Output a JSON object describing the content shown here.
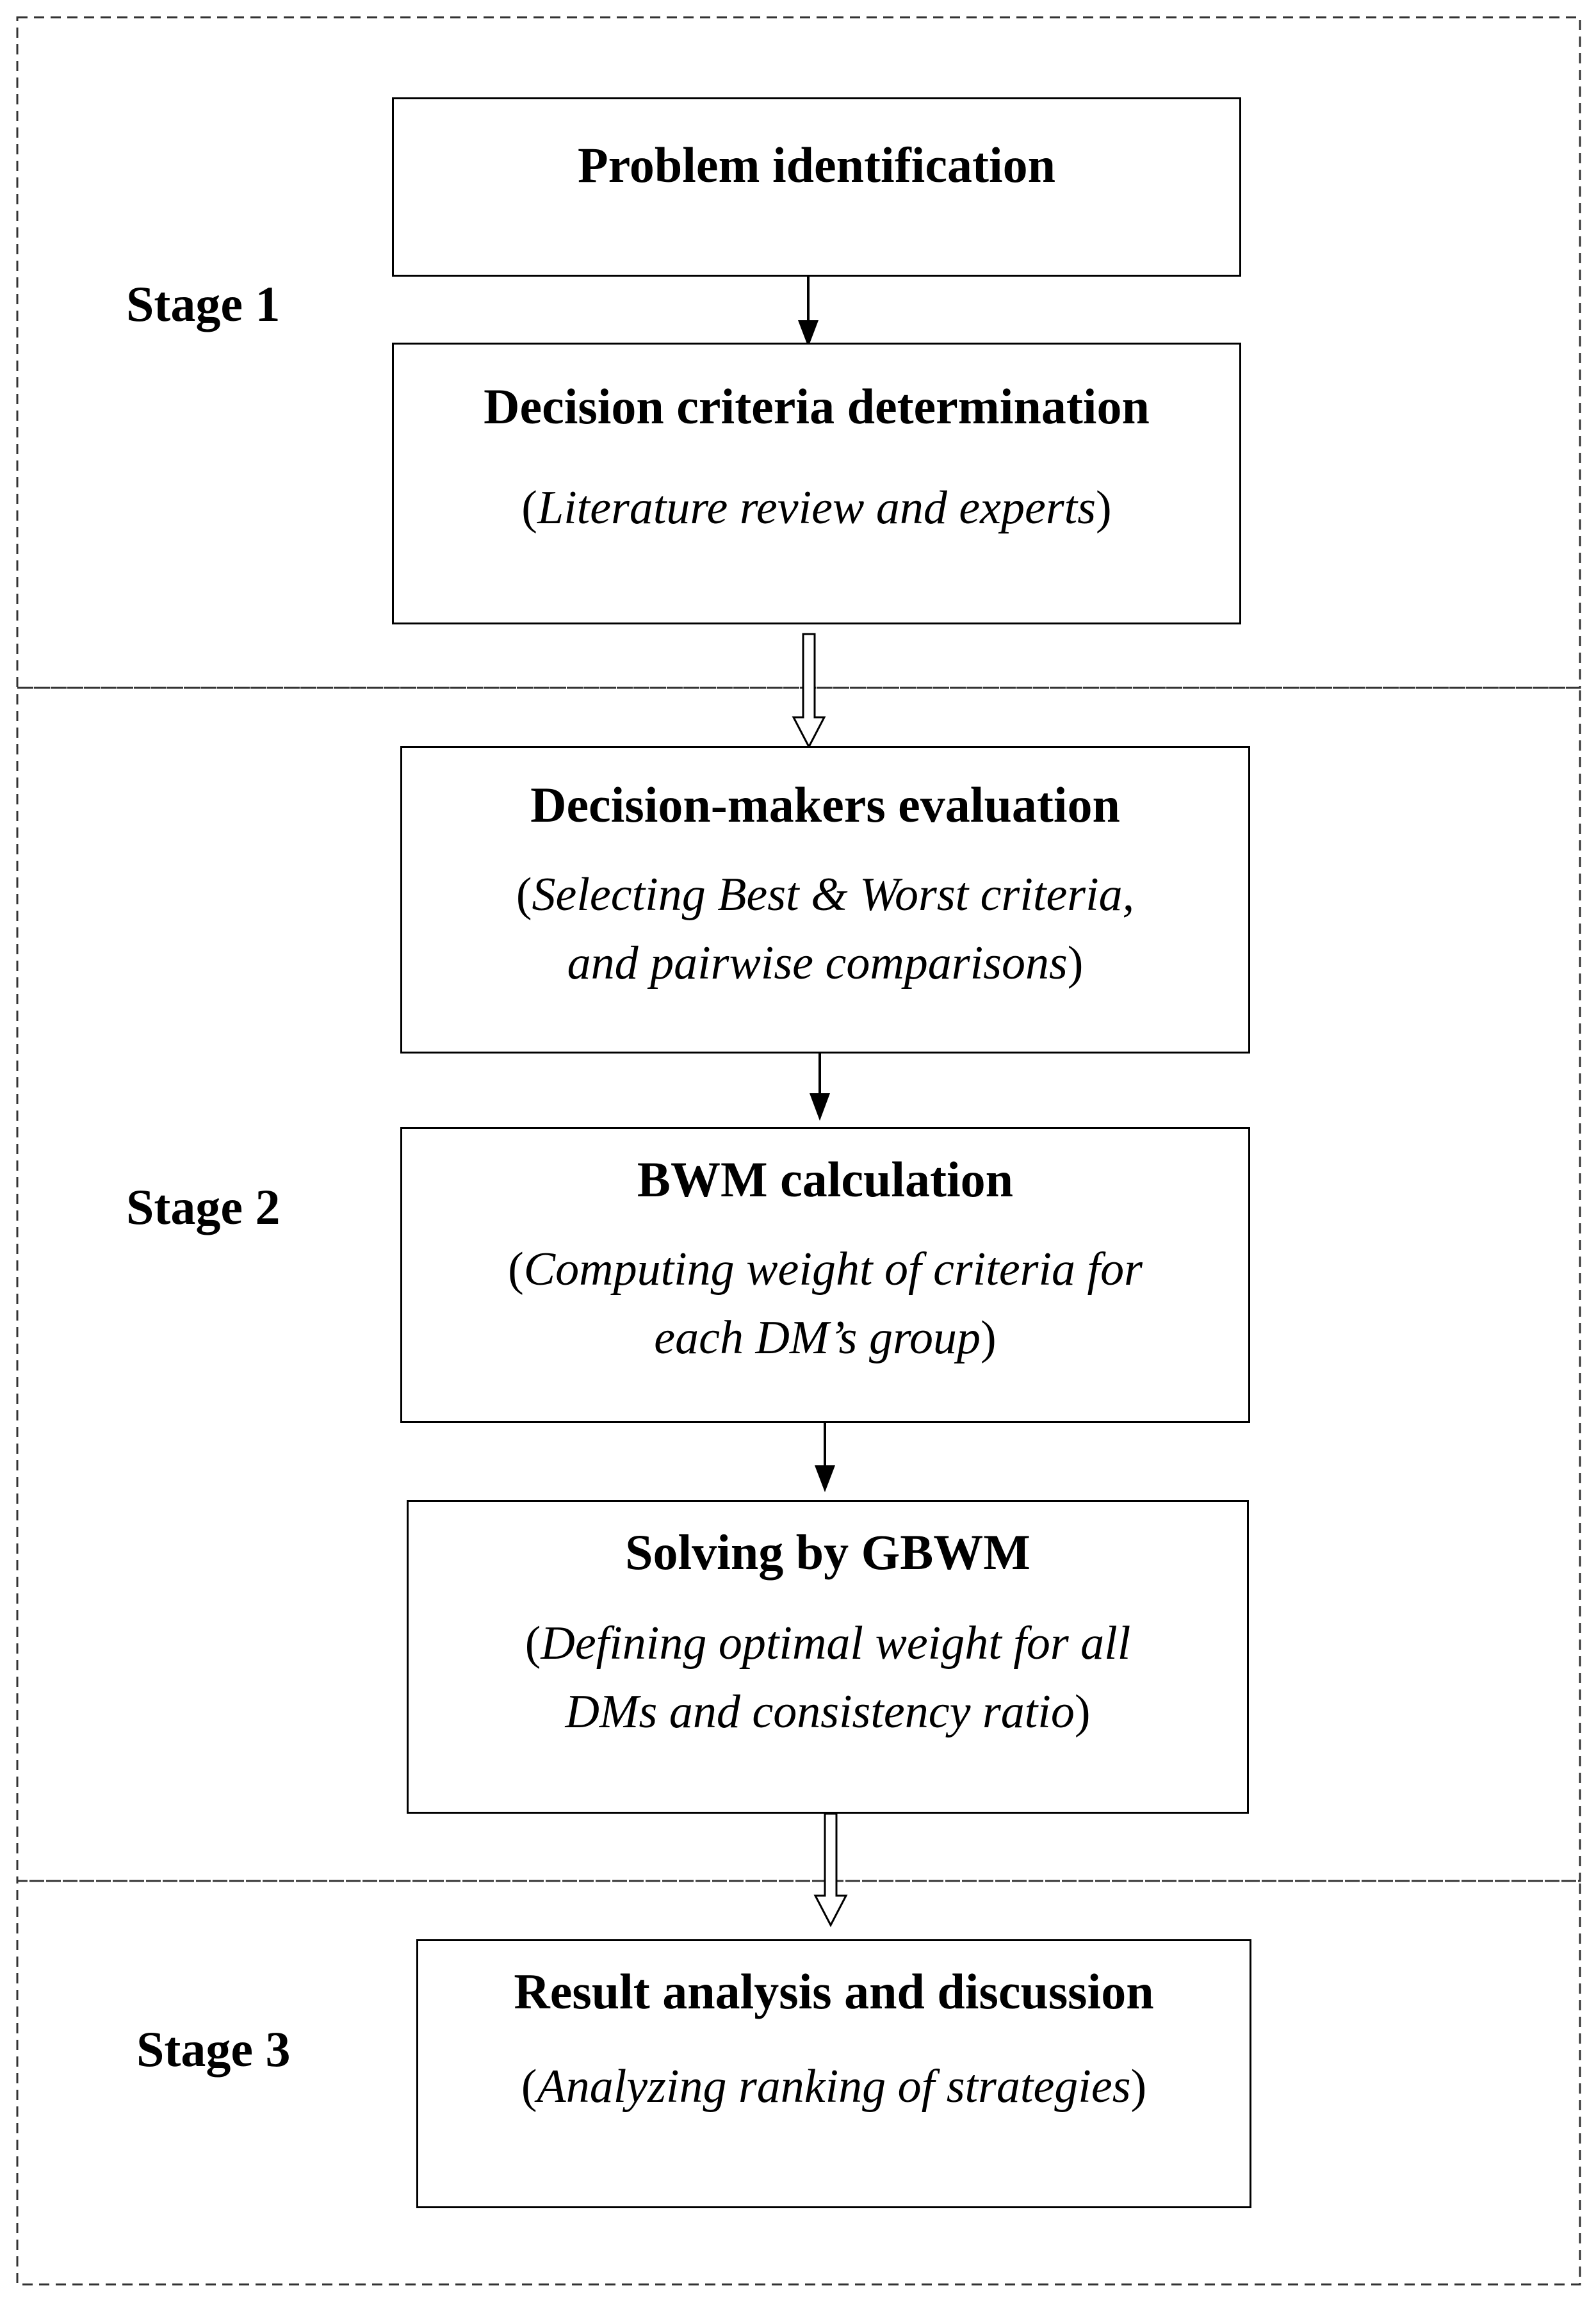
{
  "stages": [
    {
      "label": "Stage 1"
    },
    {
      "label": "Stage 2"
    },
    {
      "label": "Stage 3"
    }
  ],
  "boxes": [
    {
      "title": "Problem identification"
    },
    {
      "title": "Decision criteria determination",
      "sub_open": "(",
      "sub_line1": "Literature review and experts",
      "sub_line2": "",
      "sub_close": ")"
    },
    {
      "title": "Decision-makers evaluation",
      "sub_open": "(",
      "sub_line1": "Selecting Best & Worst criteria,",
      "sub_line2": "and pairwise comparisons",
      "sub_close": ")"
    },
    {
      "title": "BWM calculation",
      "sub_open": "(",
      "sub_line1": "Computing weight of criteria for",
      "sub_line2": "each DM’s group",
      "sub_close": ")"
    },
    {
      "title": "Solving by GBWM",
      "sub_open": "(",
      "sub_line1": "Defining optimal weight for all",
      "sub_line2": "DMs and consistency ratio",
      "sub_close": ")"
    },
    {
      "title": "Result analysis and discussion",
      "sub_open": "(",
      "sub_line1": "Analyzing ranking of strategies",
      "sub_line2": "",
      "sub_close": ")"
    }
  ]
}
